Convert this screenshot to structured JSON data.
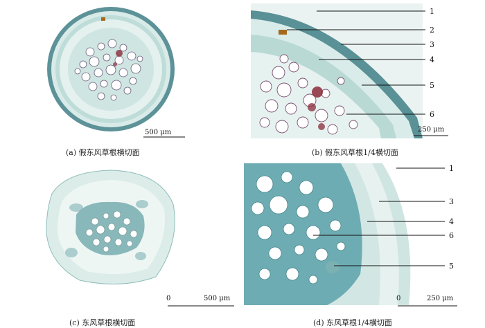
{
  "figure": {
    "panels": [
      {
        "id": "a",
        "caption": "(a)  假东风草根横切面",
        "scale_text": "500 μm",
        "colors": {
          "background": "#ffffff",
          "tissue": "#cfe5e3",
          "stain": "#4f9aa0",
          "accent": "#8a2b3a"
        }
      },
      {
        "id": "b",
        "caption": "(b)  假东风草根1/4横切面",
        "scale_text": "250 μm",
        "labels": [
          "1",
          "2",
          "3",
          "4",
          "5",
          "6"
        ],
        "colors": {
          "background": "#eef5f3",
          "tissue": "#bfdcd8",
          "stain": "#3f8d93",
          "accent": "#8a2b3a"
        }
      },
      {
        "id": "c",
        "caption": "(c)  东风草根横切面",
        "scale_text": "500 μm",
        "scale_zero": "0",
        "colors": {
          "background": "#ffffff",
          "tissue": "#dcebe8",
          "stain": "#6aa8a8"
        }
      },
      {
        "id": "d",
        "caption": "(d)  东风草根1/4横切面",
        "scale_text": "250 μm",
        "scale_zero": "0",
        "labels": [
          "1",
          "3",
          "4",
          "6",
          "5"
        ],
        "colors": {
          "background": "#ffffff",
          "tissue": "#c9e1dd",
          "stain": "#3f93a0"
        }
      }
    ]
  }
}
